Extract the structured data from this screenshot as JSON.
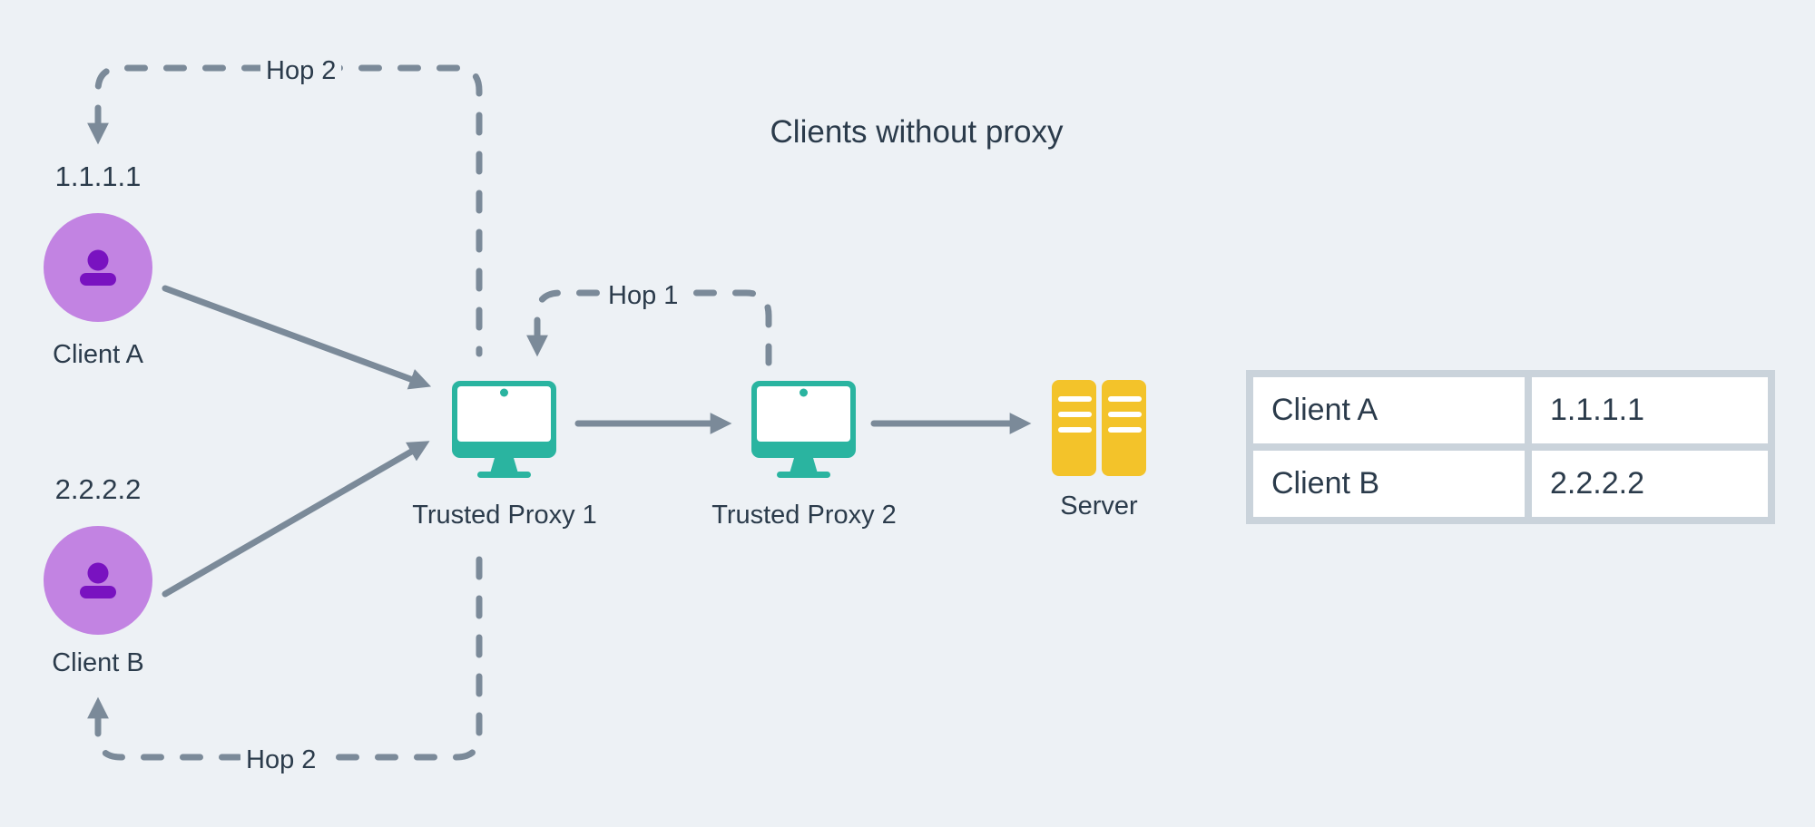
{
  "title": "Clients without proxy",
  "hops": {
    "top": "Hop 2",
    "middle": "Hop 1",
    "bottom": "Hop 2"
  },
  "clients": {
    "a": {
      "ip": "1.1.1.1",
      "name": "Client A"
    },
    "b": {
      "ip": "2.2.2.2",
      "name": "Client B"
    }
  },
  "proxies": {
    "p1": "Trusted Proxy 1",
    "p2": "Trusted Proxy 2"
  },
  "server": {
    "label": "Server"
  },
  "table": {
    "rows": [
      [
        "Client A",
        "1.1.1.1"
      ],
      [
        "Client B",
        "2.2.2.2"
      ]
    ]
  },
  "colors": {
    "background": "#edf1f5",
    "connector_gray": "#7b8a99",
    "text_dark": "#2b3b4b",
    "proxy_teal": "#2ab4a0",
    "server_yellow": "#f3c32a",
    "client_purple_light": "#c283e2",
    "client_purple_dark": "#7912c0",
    "table_border": "#cad3db",
    "cell_white": "#ffffff"
  }
}
